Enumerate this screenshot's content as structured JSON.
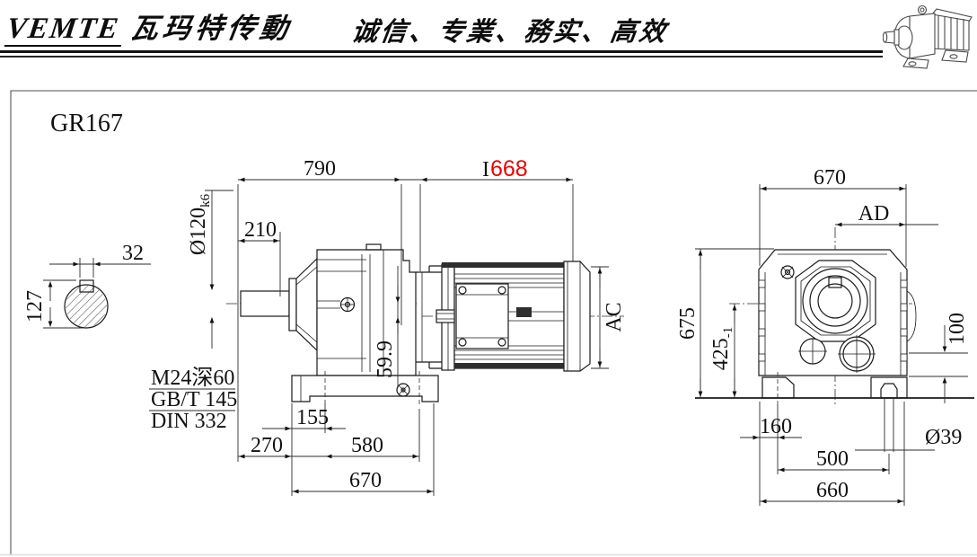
{
  "header": {
    "brand_latin": "VEMTE",
    "brand_cn": "瓦玛特传動",
    "slogan": "诚信、专業、務实、高效"
  },
  "drawing": {
    "model": "GR167",
    "colors": {
      "highlight": "#ee0000",
      "line": "#1a1a1a"
    },
    "front_view": {
      "dim_gearbox_length": "790",
      "dim_motor_prefix": "I",
      "dim_motor_length": "668",
      "dim_shaft_length": "210",
      "dim_shaft_diameter": "Ø120",
      "dim_shaft_diameter_tol": "k6",
      "tap_note_line1": "M24深60",
      "tap_note_line2": "GB/T 145",
      "tap_note_line3": "DIN 332",
      "dim_foot_hole_offset": "155",
      "dim_axis_offset": "59.9",
      "dim_shaft_to_foot": "270",
      "dim_foot_hole_span": "580",
      "dim_foot_length": "670",
      "label_motor_diameter": "AC"
    },
    "shaft_section": {
      "dim_key_width": "32",
      "dim_shaft_with_key": "127"
    },
    "side_view": {
      "dim_width": "670",
      "label_ad": "AD",
      "dim_height": "675",
      "dim_axis_height": "425",
      "dim_axis_height_sub": "-1",
      "dim_foot_rise": "100",
      "dim_foot_edge": "160",
      "dim_bolt_span": "500",
      "dim_base_width": "660",
      "dim_bolt_hole": "Ø39"
    }
  }
}
